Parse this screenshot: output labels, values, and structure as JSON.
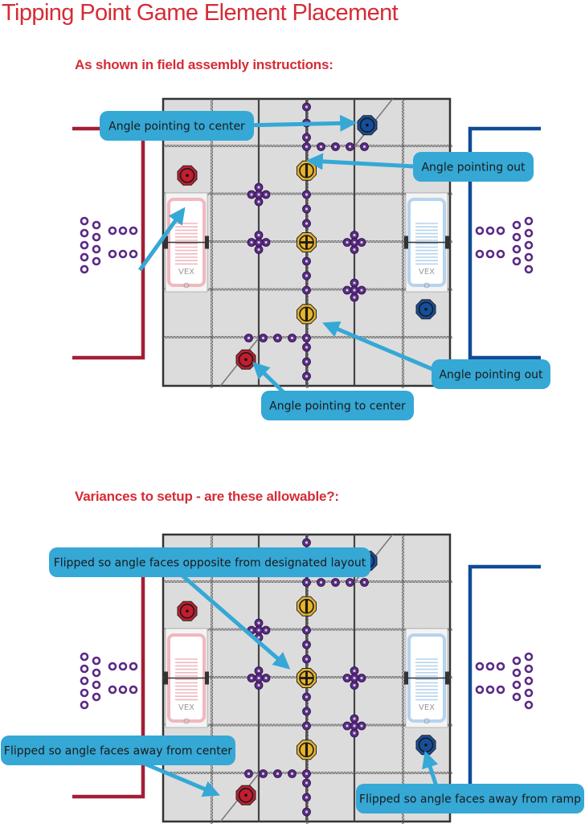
{
  "title": "Tipping Point Game Element Placement",
  "colors": {
    "heading": "#d62b36",
    "red_alliance": "#a51d35",
    "blue_alliance": "#0f4b96",
    "callout": "#35a8d6",
    "tile": "#dcdcdc",
    "ring": "#5a2a86",
    "yellow_goal": "#e7b32c",
    "red_goal": "#c11e2f",
    "blue_goal": "#154f9c"
  },
  "sections": [
    {
      "id": "instructions",
      "subtitle": "As shown in field assembly instructions:",
      "callouts": [
        {
          "id": "blue-goal-top",
          "text": "Angle pointing to center"
        },
        {
          "id": "yellow-goal-top",
          "text": "Angle pointing out"
        },
        {
          "id": "yellow-goal-bottom",
          "text": "Angle pointing out"
        },
        {
          "id": "red-goal-bottom",
          "text": "Angle pointing to center"
        }
      ]
    },
    {
      "id": "variances",
      "subtitle": "Variances to setup - are these allowable?:",
      "callouts": [
        {
          "id": "center-goal",
          "text": "Flipped so angle faces opposite from designated layout"
        },
        {
          "id": "red-goal-bottom",
          "text": "Flipped so angle faces away from center"
        },
        {
          "id": "blue-goal-ramp",
          "text": "Flipped so angle faces away from ramp"
        }
      ]
    }
  ],
  "platform_label": "VEX"
}
